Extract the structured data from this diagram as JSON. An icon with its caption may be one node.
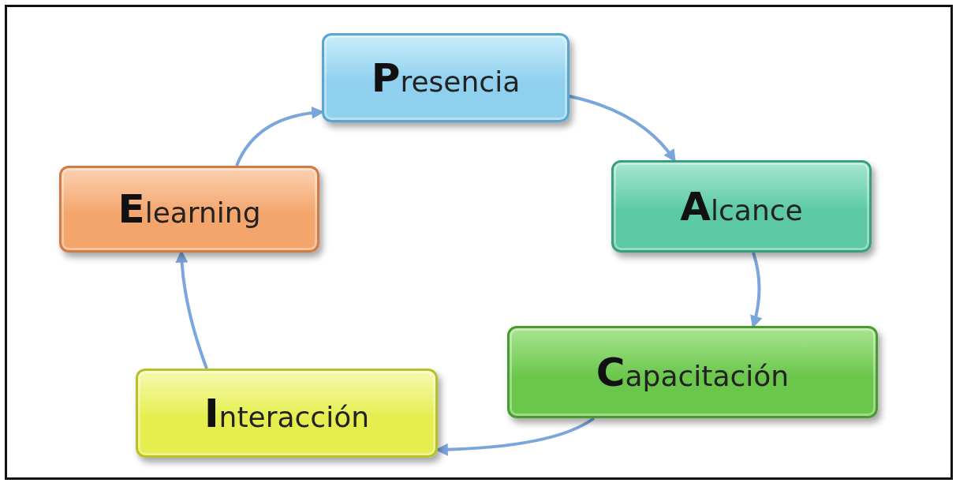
{
  "diagram": {
    "nodes": [
      {
        "text": [
          "**P**resencia"
        ]
      },
      {
        "text": [
          "**A**lcance"
        ]
      },
      {
        "text": [
          "**C**apacitación"
        ]
      },
      {
        "text": [
          "**I**nteracción"
        ]
      },
      {
        "text": [
          "**E**learning"
        ]
      }
    ],
    "edges": [
      {
        "from": 0,
        "to": 1,
        "arrow": "to"
      },
      {
        "from": 1,
        "to": 2,
        "arrow": "to"
      },
      {
        "from": 2,
        "to": 3,
        "arrow": "to"
      },
      {
        "from": 3,
        "to": 4,
        "arrow": "to"
      },
      {
        "from": 4,
        "to": 0,
        "arrow": "to"
      }
    ]
  }
}
